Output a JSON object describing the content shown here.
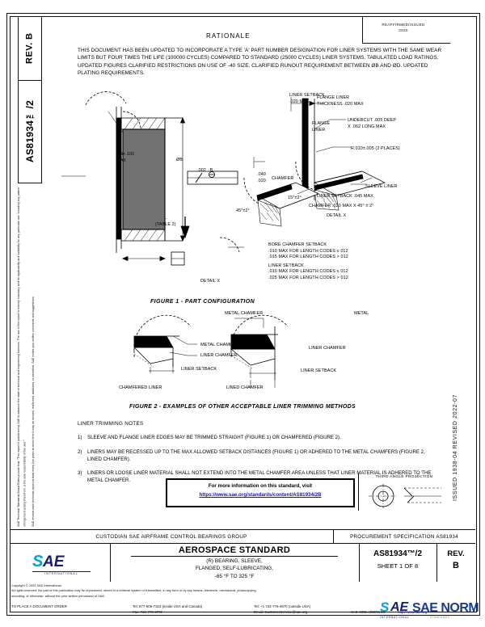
{
  "document": {
    "standard_number": "AS81934™/2",
    "revision_label": "REV.",
    "revision": "B",
    "sheet": "SHEET 1 OF 8",
    "title": "AEROSPACE STANDARD",
    "subtitle_line1": "(R) BEARING, SLEEVE,",
    "subtitle_line2": "FLANGED, SELF-LUBRICATING,",
    "subtitle_line3": "-65 °F TO 325 °F",
    "custodian": "CUSTODIAN  SAE AIRFRAME CONTROL BEARINGS GROUP",
    "procurement": "PROCUREMENT SPECIFICATION AS81934",
    "issue_block": "REAFFIRMED/ISSUED\n2020",
    "side_code": "ISSUED 1938-04   REVISED 2022-07"
  },
  "rationale": {
    "heading": "RATIONALE",
    "body": "THIS DOCUMENT HAS BEEN UPDATED TO INCORPORATE A TYPE 'A' PART NUMBER DESIGNATION FOR LINER SYSTEMS WITH THE SAME WEAR LIMITS BUT FOUR TIMES THE LIFE (100000 CYCLES) COMPARED TO STANDARD (25000 CYCLES) LINER SYSTEMS. TABULATED LOAD RATINGS. UPDATED FIGURES  CLARIFIED RESTRICTIONS ON USE OF -40 SIZE. CLARIFIED RUNOUT REQUIREMENT BETWEEN ØB AND ØD. UPDATED PLATING REQUIREMENTS."
  },
  "figure1": {
    "caption": "FIGURE 1 - PART CONFIGURATION",
    "annotations": {
      "liner_setback": "LINER SETBACK\n.020 MAX",
      "flange_liner_thickness": "FLANGE LINER\nTHICKNESS .020 MAX",
      "undercut": "UNDERCUT .005 DEEP\nX .062 LONG MAX",
      "radius": "R.010±.005 (2 PLACES)",
      "sleeve_liner": "SLEEVE LINER",
      "liner_setback2": "LINER SETBACK .045 MAX",
      "chamfer_detail": "CHAMFER .020 MAX X 45° ± 2°",
      "detail_x": "DETAIL X",
      "flange_liner": "FLANGE\nLINER",
      "phi_b_plus": "ØB+.100\nMAX",
      "phi_b": "ØB",
      "fcf_value": ".002   B",
      "chamfer_dims": ".040\n.020",
      "chamfer_word": "CHAMFER",
      "angle_15": "15°±2°",
      "angle_45": "45°±2°",
      "length_l": "L\n(TABLE 2)",
      "detail_label": "DETAIL X",
      "bore_chamfer_setback": "BORE CHAMFER SETBACK",
      "bore_line1": ".010 MAX FOR LENGTH CODES ≤ 012",
      "bore_line2": ".015 MAX FOR LENGTH CODES > 012",
      "liner_setback_hdr": "LINER SETBACK",
      "liner_line1": ".010 MAX FOR LENGTH CODES ≤ 012",
      "liner_line2": ".025 MAX FOR LENGTH CODES > 012"
    }
  },
  "figure2": {
    "caption": "FIGURE 2 - EXAMPLES OF OTHER ACCEPTABLE LINER TRIMMING METHODS",
    "left_title": "CHAMFERED LINER",
    "right_title": "LINED CHAMFER",
    "labels": {
      "metal_chamfer_top": "METAL CHAMFER",
      "metal": "METAL",
      "metal_chamfer": "METAL CHAMFER",
      "liner_chamfer": "LINER CHAMFER",
      "liner_setback": "LINER SETBACK",
      "liner_chamfer_r": "LINER CHAMFER",
      "liner_setback_r": "LINER SETBACK"
    }
  },
  "notes": {
    "title": "LINER TRIMMING NOTES",
    "items": [
      {
        "num": "1)",
        "text": "SLEEVE AND FLANGE LINER EDGES MAY BE TRIMMED STRAIGHT (FIGURE 1) OR CHAMFERED (FIGURE 2)."
      },
      {
        "num": "2)",
        "text": "LINERS MAY BE RECESSED UP TO THE MAX ALLOWED SETBACK DISTANCES (FIGURE 1) OR ADHERED TO THE METAL CHAMFERS (FIGURE 2, LINED CHAMFER)."
      },
      {
        "num": "3)",
        "text": "LINERS OR LOOSE LINER MATERIAL SHALL NOT EXTEND INTO THE METAL CHAMFER AREA UNLESS THAT LINER MATERIAL IS ADHERED TO THE METAL CHAMFER."
      }
    ]
  },
  "info_box": {
    "line1": "For more information on this standard, visit",
    "url": "https://www.sae.org/standards/content/AS81934/2B"
  },
  "projection": {
    "label": "THIRD ANGLE PROJECTION"
  },
  "disclaimer": {
    "text": "SAE Technical Standards Board Rules provide that: \"This report is published by SAE to advance the state of technical and engineering sciences. The use of this report is entirely voluntary, and its applicability and suitability for any particular use, including any patent infringement arising therefrom, is the sole responsibility of the user.\"",
    "side_text": "SAE reviews each technical report at least every five years at which time it may be revised, reaffirmed, stabilized, or cancelled. SAE invites your written comments and suggestions."
  },
  "footer": {
    "copyright_line1": "Copyright © 2023 SAE International",
    "copyright_line2": "All rights reserved. No part of this publication may be reproduced, stored in a retrieval system or transmitted, in any form or by any means, electronic, mechanical, photocopying,",
    "copyright_line3": "recording, or otherwise, without the prior written permission of SAE.",
    "order_label": "TO PLACE A DOCUMENT ORDER",
    "tel_usa": "Tel: 877-606-7323 (inside USA and Canada)",
    "fax": "Fax: 724-776-0790",
    "tel_outside": "Tel: +1 724-776-4970 (outside USA)",
    "email": "Email: CustomerService@sae.org",
    "web_label": "SAE WEB ADDRESS:",
    "web": "http://www.sae.org"
  },
  "watermark": {
    "brand": "SAE NORM",
    "sub1": "INTERNATIONAL",
    "sub2": "STANDARDS"
  },
  "colors": {
    "sae_cyan": "#00a0df",
    "sae_navy": "#1a1a6e",
    "link_blue": "#1111cc"
  }
}
